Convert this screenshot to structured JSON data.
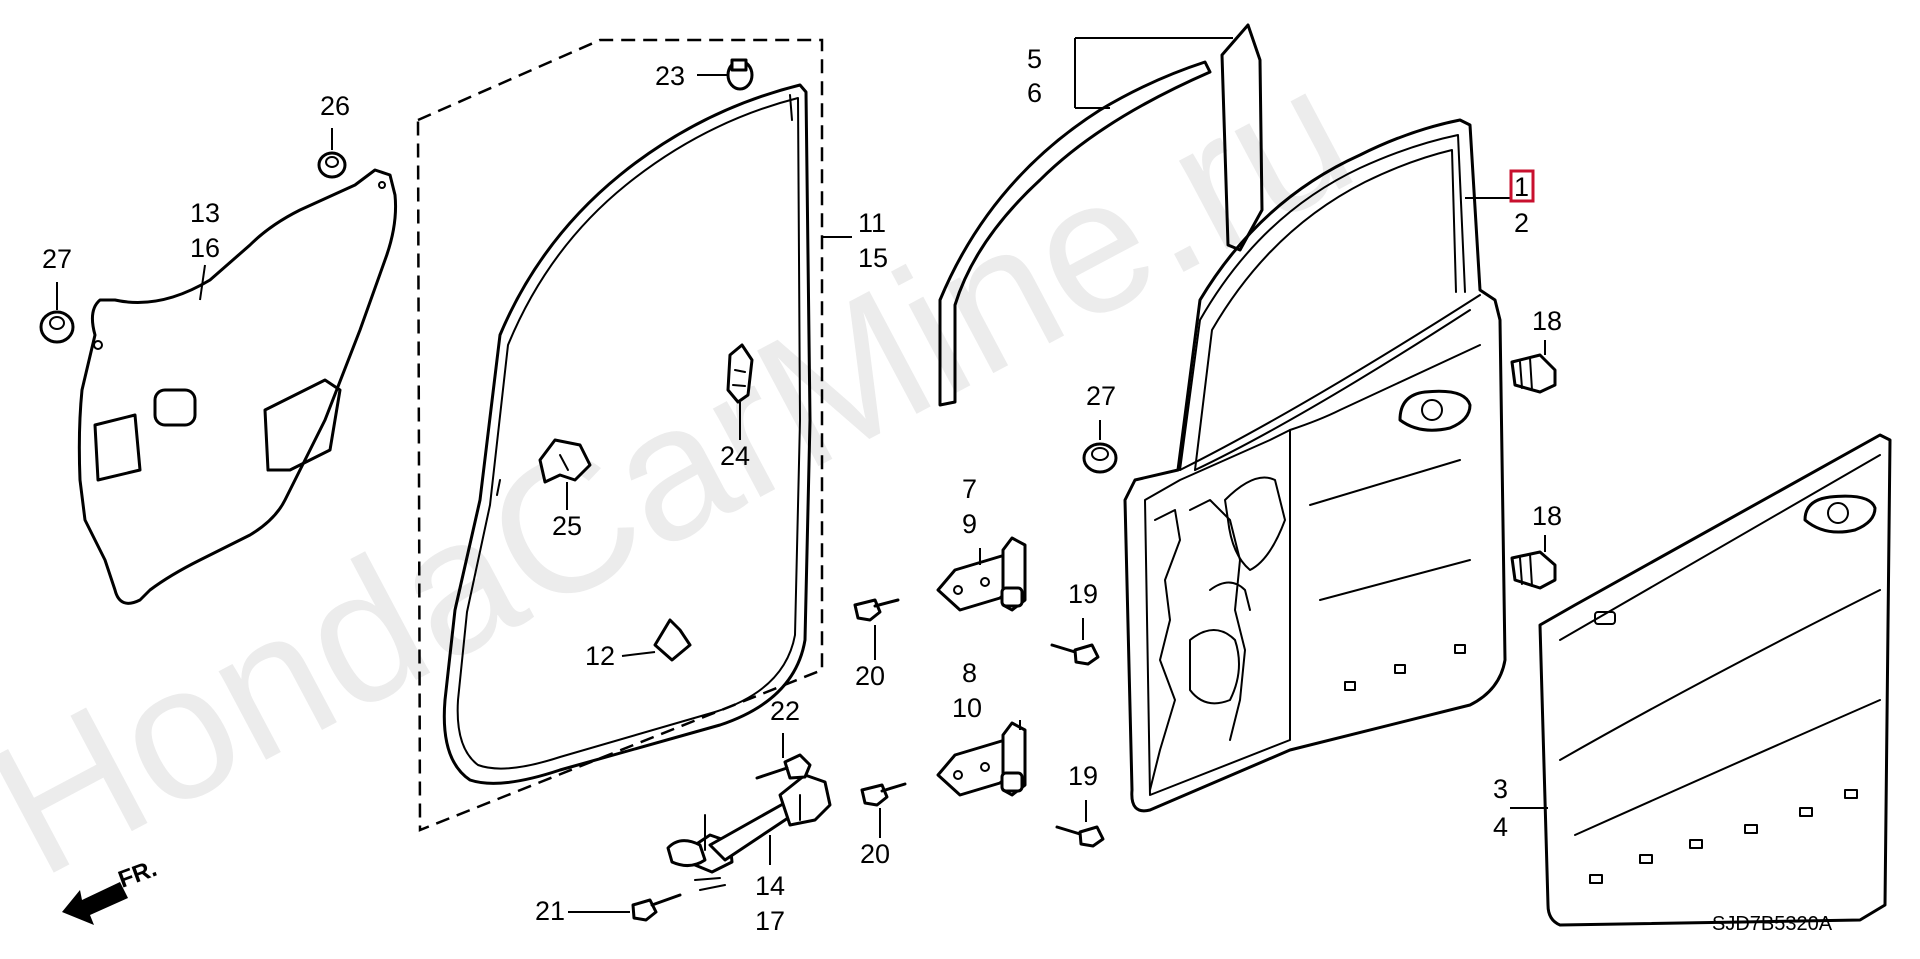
{
  "watermark": "HondaCarMine.ru",
  "diagram_code": "SJD7B5320A",
  "direction_label": "FR.",
  "highlighted_part": "1",
  "callouts": {
    "c1": "1",
    "c2": "2",
    "c3": "3",
    "c4": "4",
    "c5": "5",
    "c6": "6",
    "c7": "7",
    "c8": "8",
    "c9": "9",
    "c10": "10",
    "c11": "11",
    "c12": "12",
    "c13": "13",
    "c14": "14",
    "c15": "15",
    "c16": "16",
    "c17": "17",
    "c18a": "18",
    "c18b": "18",
    "c19a": "19",
    "c19b": "19",
    "c20a": "20",
    "c20b": "20",
    "c21": "21",
    "c22": "22",
    "c23": "23",
    "c24": "24",
    "c25": "25",
    "c26": "26",
    "c27a": "27",
    "c27b": "27"
  },
  "colors": {
    "highlight": "#c8102e",
    "watermark": "#ececec",
    "ink": "#000000"
  }
}
